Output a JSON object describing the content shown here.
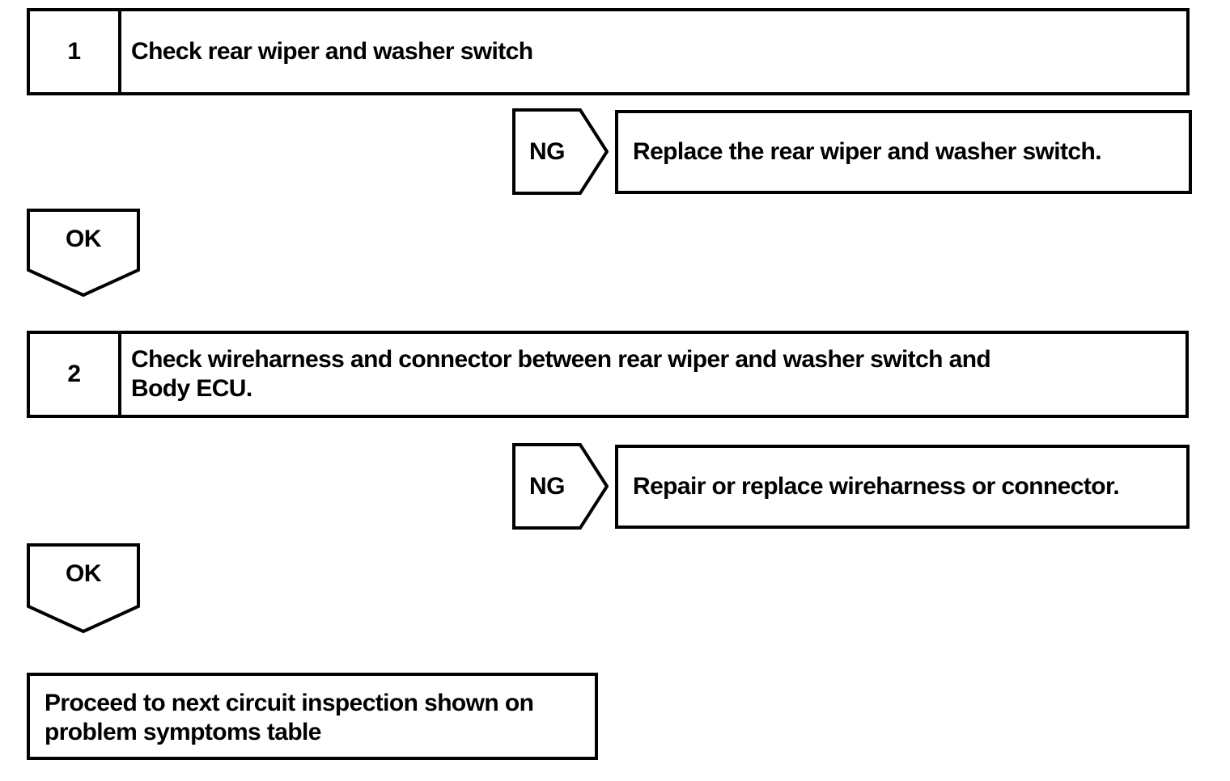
{
  "diagram": {
    "type": "troubleshooting-flowchart",
    "colors": {
      "stroke": "#000000",
      "background": "#ffffff",
      "text": "#000000"
    },
    "steps": [
      {
        "number": "1",
        "text": "Check rear wiper and washer switch",
        "ng_label": "NG",
        "ng_result": "Replace the rear wiper and washer switch.",
        "ok_label": "OK"
      },
      {
        "number": "2",
        "text": "Check wireharness and connector between rear wiper and washer switch and\nBody ECU.",
        "ng_label": "NG",
        "ng_result": "Repair or replace wireharness or connector.",
        "ok_label": "OK"
      }
    ],
    "final": {
      "text": "Proceed to next circuit inspection shown on\nproblem symptoms table"
    }
  }
}
